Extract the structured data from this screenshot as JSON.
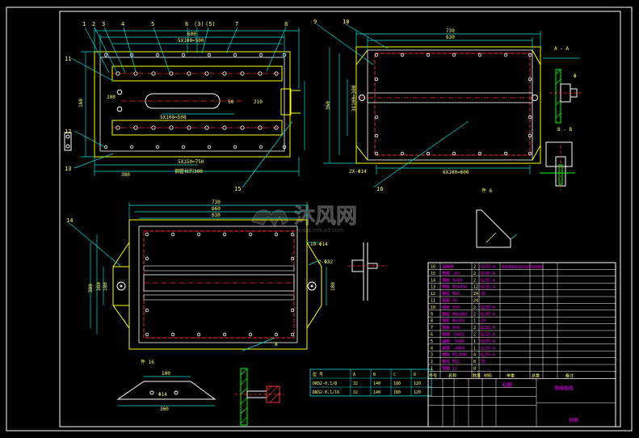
{
  "drawing": {
    "top_plan": {
      "balloons": [
        "1",
        "2",
        "3",
        "4",
        "5",
        "6",
        "(3)",
        "(5)",
        "7",
        "8",
        "11",
        "12",
        "13",
        "15"
      ],
      "dims": {
        "overall_top": "600",
        "slot_top": "5X100=500",
        "slot_mid": "5X100=500",
        "slot_bottom": "5X150=750",
        "left_height": "160",
        "left_small": "100",
        "right_a": "210",
        "right_b": "50",
        "bottom_total": "380",
        "bottom_note": "钢管长约300"
      }
    },
    "right_plan": {
      "balloons": [
        "9",
        "10",
        "16"
      ],
      "dims": {
        "top1": "730",
        "top2": "630",
        "left_main": "3X100=300",
        "left_outer": "360",
        "bottom_hole": "2X-Φ14",
        "bottom_pitch": "6X100=600"
      }
    },
    "section_aa": {
      "title": "A - A",
      "mark": "Φ"
    },
    "section_bb": {
      "title": "B - B"
    },
    "bottom_plan": {
      "balloon": "14",
      "dims": {
        "top1": "730",
        "top2": "660",
        "top3": "630",
        "hole": "10-Φ14",
        "side": "2-Φ32",
        "left1": "380",
        "left2": "360",
        "left3": "180",
        "right": "180",
        "mark": "A"
      }
    },
    "part_detail_top": {
      "title": "件 6"
    },
    "part_detail_bottom": {
      "title": "件 16",
      "dims": {
        "top": "100",
        "mid": "Φ14",
        "bottom": "300"
      }
    },
    "watermark": {
      "cn": "沐风网",
      "en": "www.mfcad.com"
    }
  },
  "parts_table": {
    "rows": [
      {
        "no": "16",
        "name": "连接板",
        "qty": "2",
        "mat": "Q235-A",
        "note": "钢板厚度及接法由供货商确定"
      },
      {
        "no": "15",
        "name": "角钢 ∠63",
        "qty": "2",
        "mat": "Q235-A",
        "note": ""
      },
      {
        "no": "14",
        "name": "钢板 δ=10",
        "qty": "2",
        "mat": "Q235-A",
        "note": ""
      },
      {
        "no": "13",
        "name": "螺栓 M16X50",
        "qty": "12",
        "mat": "Q235-A",
        "note": ""
      },
      {
        "no": "12",
        "name": "螺母 M16",
        "qty": "24",
        "mat": "35",
        "note": ""
      },
      {
        "no": "11",
        "name": "垫圈 16",
        "qty": "24",
        "mat": "",
        "note": ""
      },
      {
        "no": "10",
        "name": "钢板 δ=8",
        "qty": "2",
        "mat": "Q235-A",
        "note": ""
      },
      {
        "no": "9",
        "name": "螺栓 M16X80",
        "qty": "2",
        "mat": "Q235-A",
        "note": ""
      },
      {
        "no": "8",
        "name": "钢管 Φ32X3",
        "qty": "1",
        "mat": "20",
        "note": ""
      },
      {
        "no": "7",
        "name": "钢板 δ=6",
        "qty": "2",
        "mat": "Q235-A",
        "note": ""
      },
      {
        "no": "6",
        "name": "角钢 ∠50X5",
        "qty": "2",
        "mat": "Q235-A",
        "note": ""
      },
      {
        "no": "5",
        "name": "扁钢 -50X6",
        "qty": "1",
        "mat": "Q235-A",
        "note": ""
      },
      {
        "no": "4",
        "name": "扁钢 -40X4",
        "qty": "1",
        "mat": "Q235-A",
        "note": ""
      },
      {
        "no": "3",
        "name": "螺栓 M12X40",
        "qty": "4",
        "mat": "Q235-A",
        "note": ""
      },
      {
        "no": "2",
        "name": "螺母 M12",
        "qty": "8",
        "mat": "35",
        "note": ""
      },
      {
        "no": "1",
        "name": "垫圈 12",
        "qty": "8",
        "mat": "",
        "note": ""
      }
    ],
    "header": {
      "no": "件号",
      "name": "名称",
      "qty": "数量",
      "mat": "材料",
      "w1": "单重",
      "w2": "总重",
      "note": "备注"
    },
    "title_block": {
      "drawing": "标题",
      "name": "周缘板类",
      "sheet": "总图"
    }
  },
  "size_table": {
    "headers": [
      "型 号",
      "A",
      "B",
      "C",
      "D"
    ],
    "rows": [
      [
        "DN32-0.1/8",
        "32",
        "140",
        "180",
        "120"
      ],
      [
        "DN32-0.1/16",
        "32",
        "140",
        "180",
        "120"
      ]
    ]
  },
  "colors": {
    "background": "#000000",
    "frame": "#ffffff",
    "part": "#ffff00",
    "center": "#ff3030",
    "dim": "#00e0e0",
    "hatch": "#00ff00",
    "text": "#ffff66",
    "magenta": "#ff00ff",
    "blue": "#4a7bff"
  }
}
